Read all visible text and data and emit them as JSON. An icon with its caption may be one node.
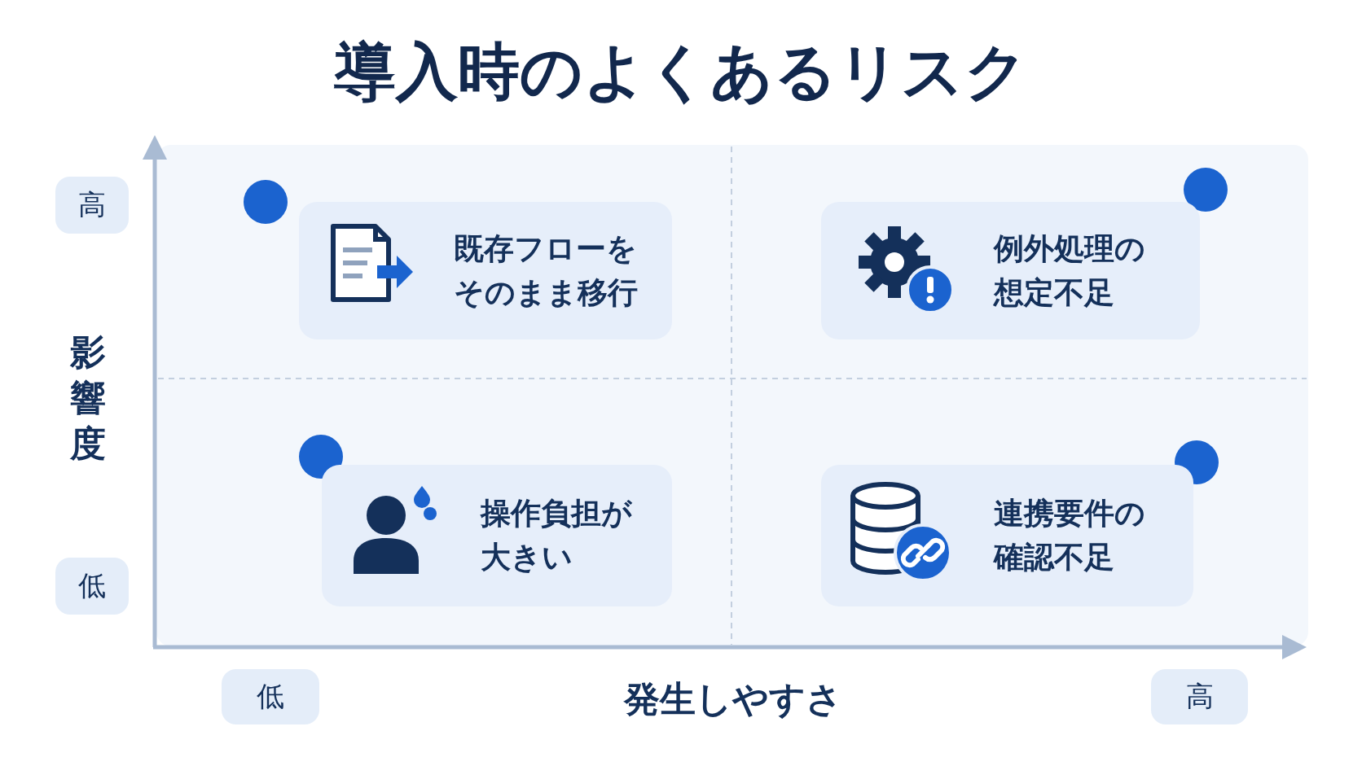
{
  "diagram": {
    "title": "導入時のよくあるリスク",
    "nodes": [
      {
        "text": [
          "既存フローをそのまま移行"
        ]
      },
      {
        "text": [
          "例外処理の想定不足"
        ]
      },
      {
        "text": [
          "操作負担が大きい"
        ]
      },
      {
        "text": [
          "連携要件の確認不足"
        ]
      }
    ],
    "labels": [
      "高",
      "影響度",
      "低",
      "低",
      "発生しやすさ",
      "高"
    ]
  }
}
